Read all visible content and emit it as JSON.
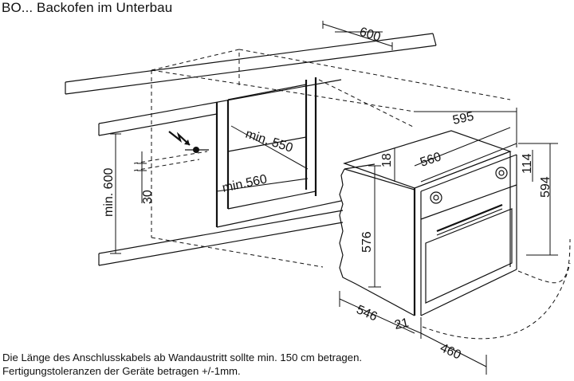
{
  "title": "BO... Backofen im Unterbau",
  "notes": [
    "Die Länge des Anschlusskabels ab Wandaustritt sollte min. 150 cm betragen.",
    "Fertigungstoleranzen der Geräte betragen +/-1mm."
  ],
  "dimensions": {
    "worktop_depth": "600",
    "oven_width": "595",
    "oven_inner_width": "560",
    "top_offset": "18",
    "panel_height_top": "114",
    "oven_height": "594",
    "body_height": "576",
    "body_depth": "546",
    "front_depth": "21",
    "door_depth": "460",
    "niche_depth_min": "min. 550",
    "niche_width_min": "min.560",
    "niche_height_min": "min. 600",
    "socket_offset": "30"
  },
  "icons": [
    "electrical-connection-icon"
  ]
}
